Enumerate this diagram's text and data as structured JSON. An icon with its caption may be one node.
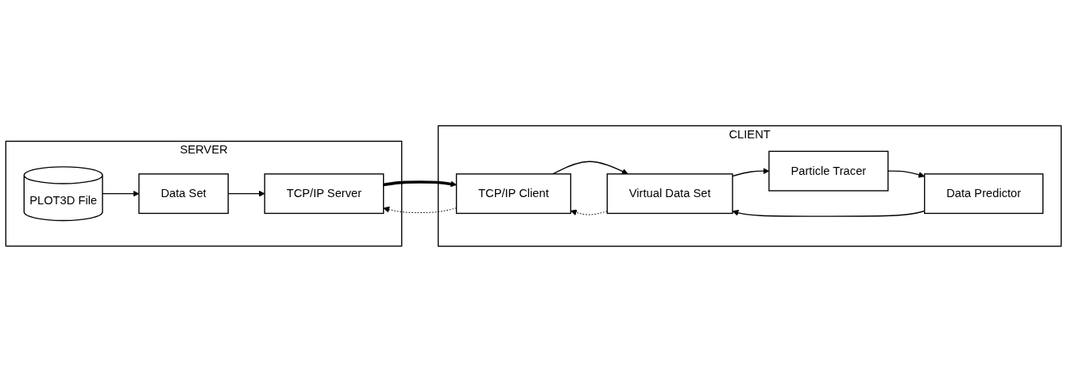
{
  "diagram": {
    "nodes": [
      {
        "text": [
          "SERVER"
        ]
      },
      {
        "text": [
          "Data Set"
        ],
        "in": 0
      },
      {
        "text": [
          "TCP/IP Server"
        ],
        "in": 0
      },
      {
        "text": [
          "PLOT3D File"
        ],
        "in": 0
      },
      {
        "text": [
          "CLIENT"
        ]
      },
      {
        "text": [
          "TCP/IP Client"
        ],
        "in": 4
      },
      {
        "text": [
          "Virtual Data Set"
        ],
        "in": 4
      },
      {
        "text": [
          "Particle Tracer"
        ],
        "in": 4
      },
      {
        "text": [
          "Data Predictor"
        ],
        "in": 4
      }
    ],
    "edges": [
      {
        "from": 1,
        "to": 2,
        "arrow": "to"
      },
      {
        "from": 2,
        "to": 5,
        "arrow": "to",
        "style": "thick"
      },
      {
        "from": 5,
        "to": 2,
        "arrow": "to",
        "style": "dashed"
      },
      {
        "from": 3,
        "to": 1,
        "arrow": "to"
      },
      {
        "from": 5,
        "to": 6,
        "arrow": "to"
      },
      {
        "from": 6,
        "to": 5,
        "arrow": "to",
        "style": "dashed"
      },
      {
        "from": 6,
        "to": 7,
        "arrow": "to"
      },
      {
        "from": 7,
        "to": 8,
        "arrow": "to"
      },
      {
        "from": 8,
        "to": 6,
        "arrow": "to"
      }
    ]
  }
}
